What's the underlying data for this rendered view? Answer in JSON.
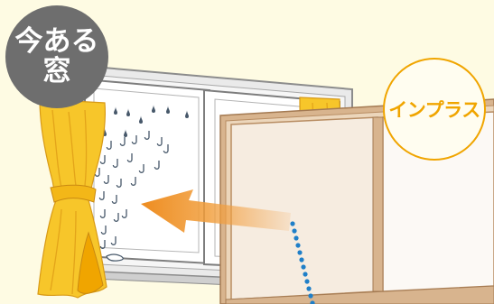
{
  "badges": {
    "existing_window_line1": "今ある",
    "existing_window_line2": "窓",
    "inner_window": "インプラス"
  },
  "colors": {
    "background": "#fefbe3",
    "badge_grey": "#6e6e6e",
    "accent_orange": "#f0a500",
    "curtain_yellow": "#f7c62a",
    "wood_frame": "#d8b48e",
    "arrow": "#f19e3c",
    "cold_line": "#1f7fc8",
    "water_drop": "#47586a"
  },
  "icons": [
    "curtain-left",
    "curtain-right",
    "water-drop",
    "arrow-right-to-left",
    "dotted-line"
  ]
}
